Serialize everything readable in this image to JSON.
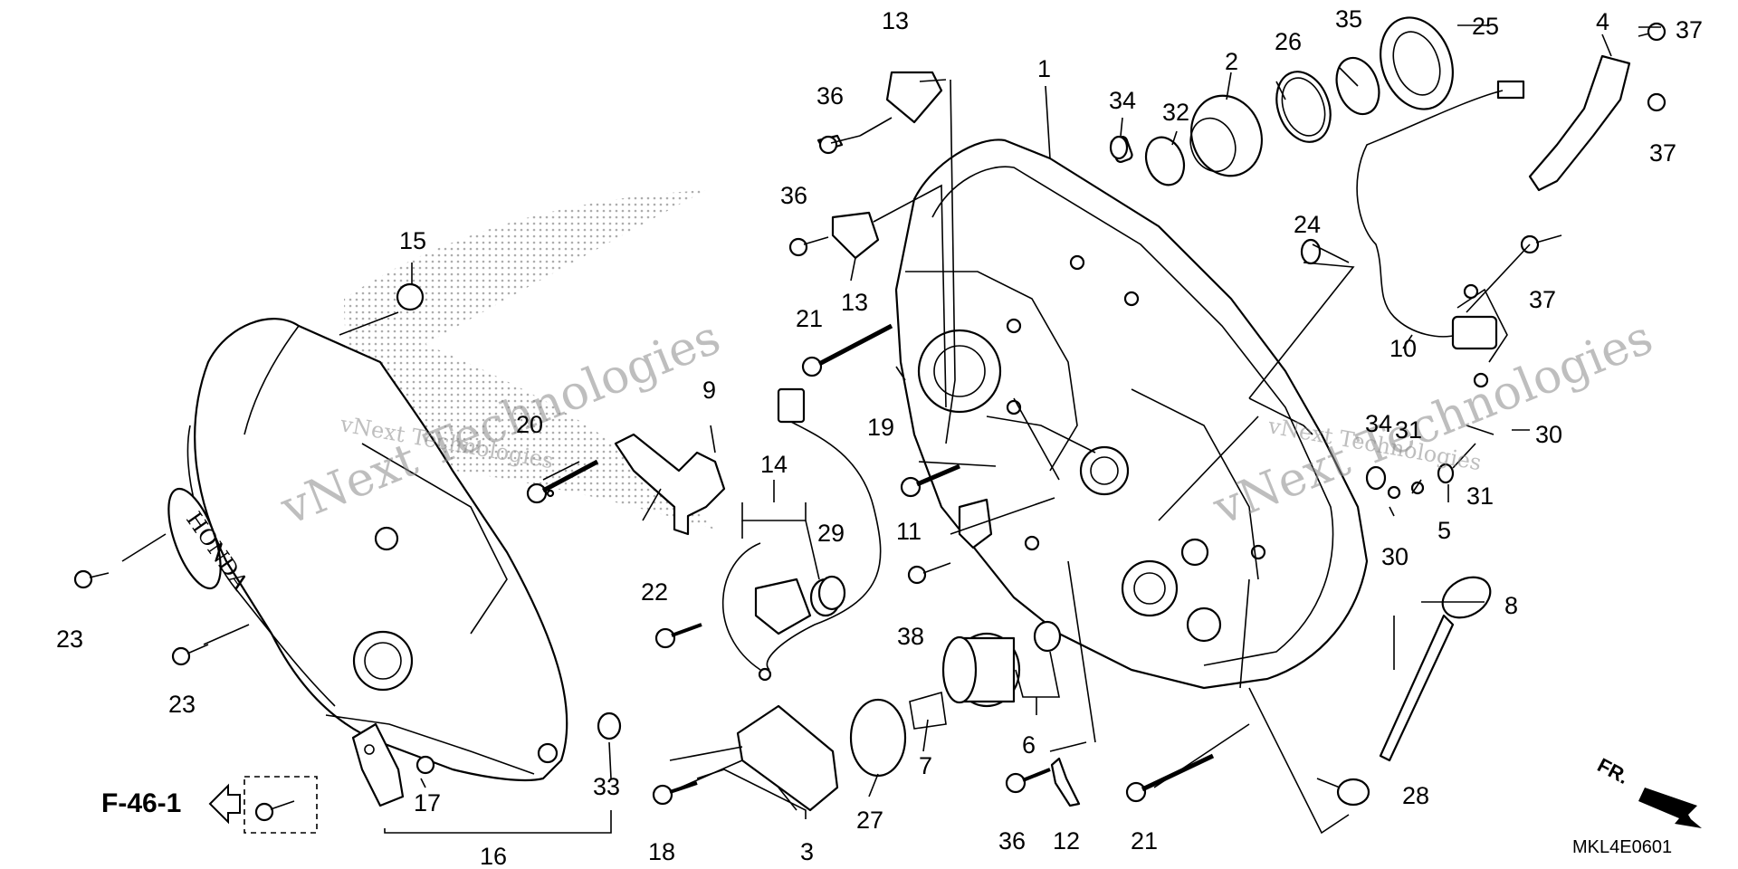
{
  "watermark": {
    "primary": "vNext Technologies",
    "secondary": "vNext Technologies"
  },
  "cover_logo_text": "HONDA",
  "reference_label": "F-46-1",
  "front_arrow_label": "FR.",
  "diagram_code": "MKL4E0601",
  "callouts": [
    "1",
    "2",
    "3",
    "4",
    "5",
    "6",
    "7",
    "8",
    "9",
    "10",
    "11",
    "12",
    "13",
    "13",
    "14",
    "15",
    "16",
    "17",
    "18",
    "19",
    "20",
    "21",
    "21",
    "22",
    "23",
    "23",
    "24",
    "25",
    "26",
    "27",
    "28",
    "29",
    "30",
    "30",
    "31",
    "31",
    "32",
    "33",
    "34",
    "34",
    "35",
    "36",
    "36",
    "36",
    "37",
    "37",
    "37",
    "38"
  ]
}
